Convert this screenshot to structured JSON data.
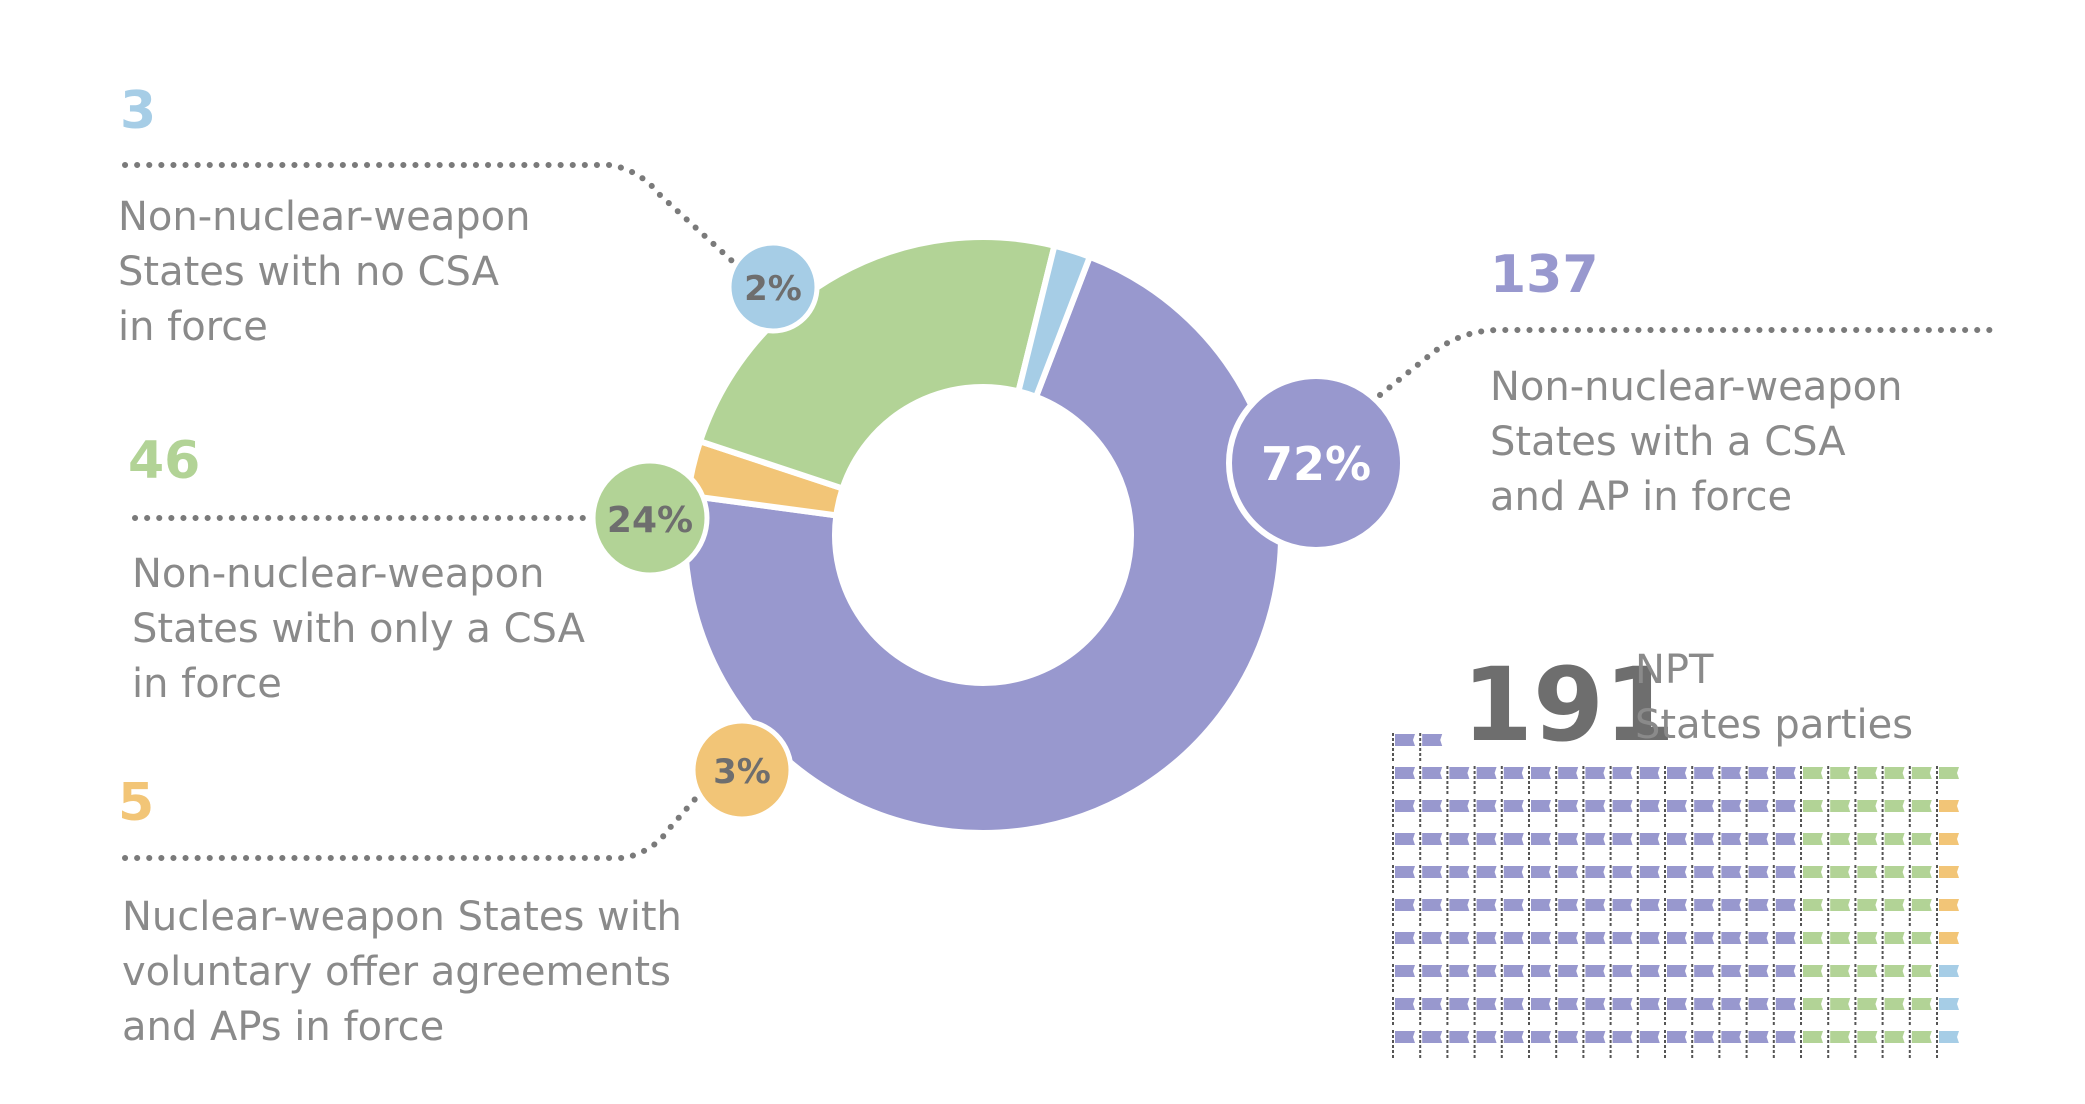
{
  "chart_data": {
    "type": "pie",
    "style": "donut",
    "total": {
      "number": "191",
      "label_line1": "NPT",
      "label_line2": "States parties"
    },
    "series": [
      {
        "key": "csa_ap",
        "count": "137",
        "percent": 72,
        "percent_label": "72%",
        "desc": [
          "Non-nuclear-weapon",
          "States with a CSA",
          "and AP in force"
        ],
        "color": "#9898CE"
      },
      {
        "key": "voa_ap",
        "count": "5",
        "percent": 3,
        "percent_label": "3%",
        "desc": [
          "Nuclear-weapon States with",
          "voluntary offer agreements",
          "and APs in force"
        ],
        "color": "#F2C577"
      },
      {
        "key": "csa_only",
        "count": "46",
        "percent": 24,
        "percent_label": "24%",
        "desc": [
          "Non-nuclear-weapon",
          "States with only a CSA",
          "in force"
        ],
        "color": "#B2D396"
      },
      {
        "key": "no_csa",
        "count": "3",
        "percent": 2,
        "percent_label": "2%",
        "desc": [
          "Non-nuclear-weapon",
          "States with no CSA",
          "in force"
        ],
        "color": "#A6CDE6"
      }
    ],
    "icon_grid": {
      "icon": "flag-icon",
      "first_row_count": 2,
      "columns": 21,
      "column_composition": {
        "csa_ap": 15,
        "csa_only": 5,
        "voa_ap": 5,
        "no_csa": 3
      }
    }
  },
  "colors": {
    "text_gray": "#8a8a8a",
    "dark_gray": "#6e6e6e",
    "dots": "#7a7a7a"
  }
}
